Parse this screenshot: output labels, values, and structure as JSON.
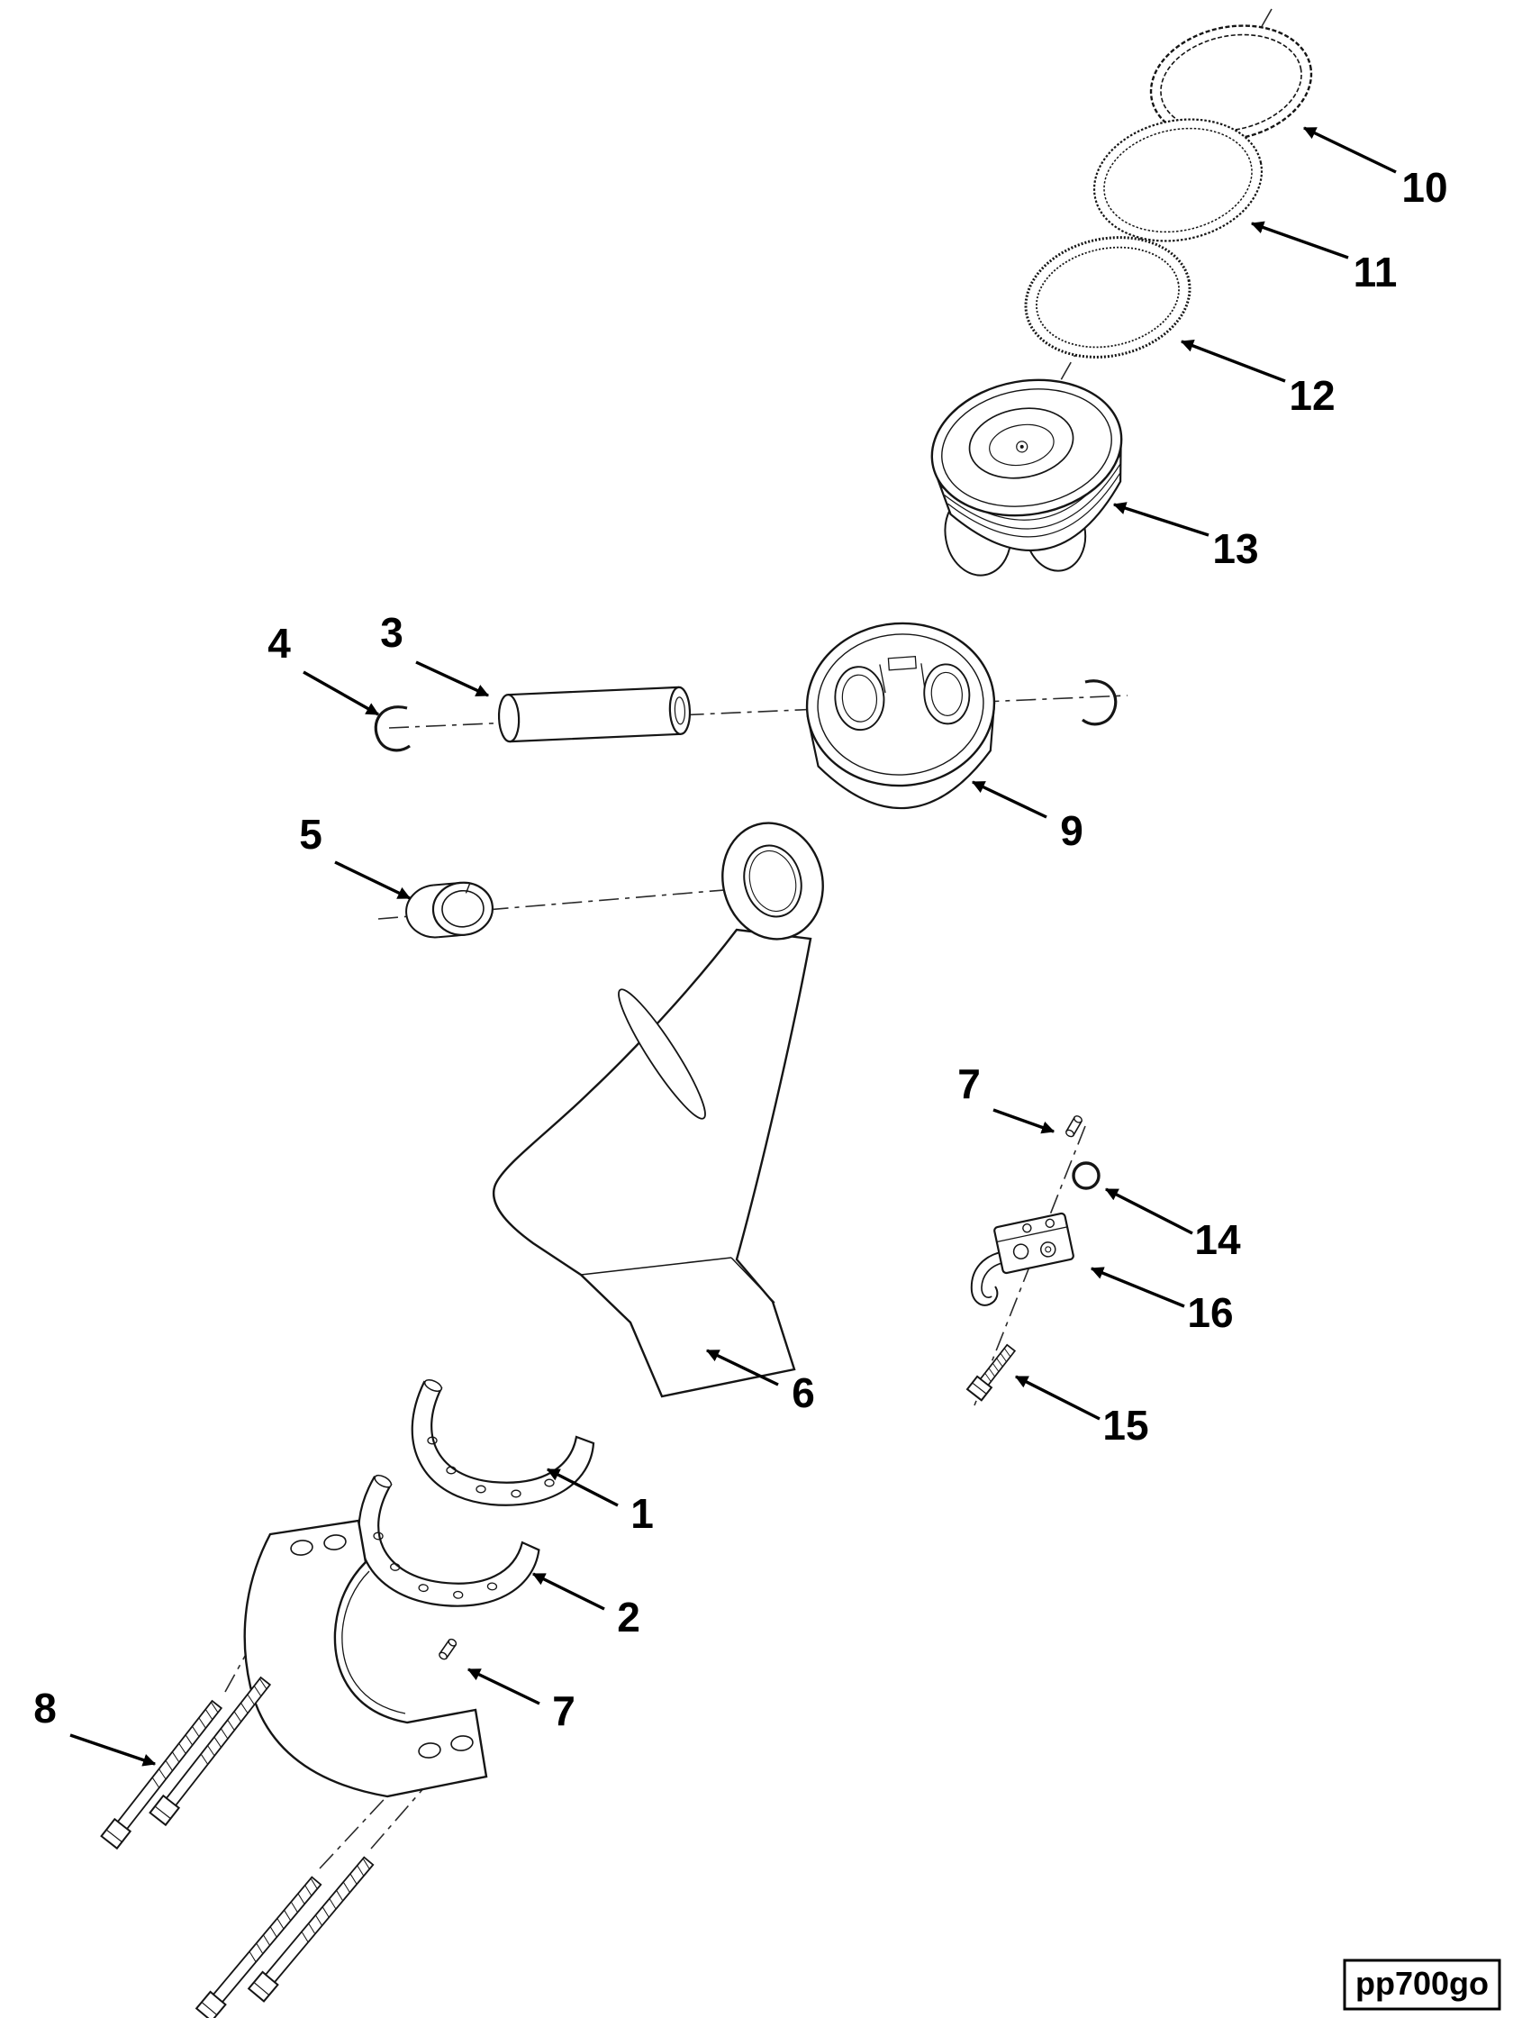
{
  "diagram": {
    "figure_code": "pp700go",
    "callouts": {
      "n1": {
        "label": "1"
      },
      "n2": {
        "label": "2"
      },
      "n3": {
        "label": "3"
      },
      "n4": {
        "label": "4"
      },
      "n5": {
        "label": "5"
      },
      "n6": {
        "label": "6"
      },
      "n7_lower": {
        "label": "7"
      },
      "n7_right": {
        "label": "7"
      },
      "n8": {
        "label": "8"
      },
      "n9": {
        "label": "9"
      },
      "n10": {
        "label": "10"
      },
      "n11": {
        "label": "11"
      },
      "n12": {
        "label": "12"
      },
      "n13": {
        "label": "13"
      },
      "n14": {
        "label": "14"
      },
      "n15": {
        "label": "15"
      },
      "n16": {
        "label": "16"
      }
    }
  }
}
